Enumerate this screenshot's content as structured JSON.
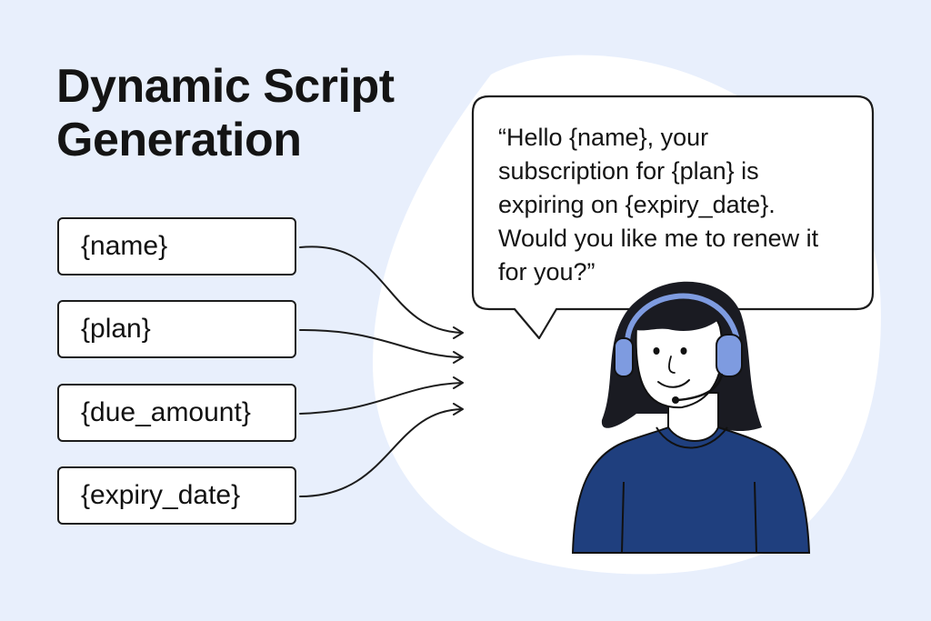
{
  "title": {
    "line1": "Dynamic Script",
    "line2": "Generation"
  },
  "variables": [
    {
      "label": "{name}"
    },
    {
      "label": "{plan}"
    },
    {
      "label": "{due_amount}"
    },
    {
      "label": "{expiry_date}"
    }
  ],
  "speech_bubble": {
    "line1": "“Hello {name}, your",
    "line2": "subscription for {plan} is",
    "line3": "expiring on {expiry_date}.",
    "line4": "Would you like me to renew it",
    "line5": "for you?”"
  },
  "colors": {
    "background": "#e8effc",
    "blob": "#ffffff",
    "shirt": "#1f3f7e",
    "hair": "#1a1b22",
    "headset": "#7e9be0",
    "outline": "#1c1c1c"
  },
  "icons": {
    "agent": "customer-support-agent-with-headset"
  }
}
